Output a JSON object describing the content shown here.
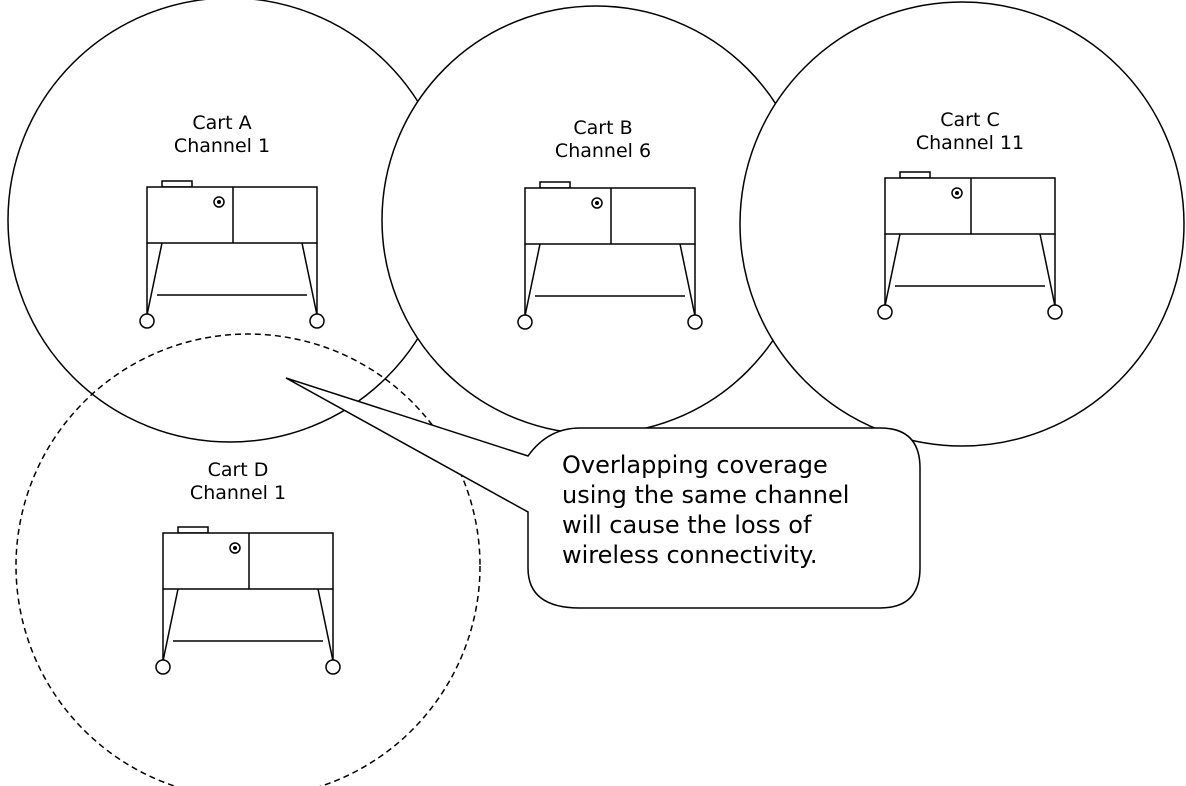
{
  "carts": [
    {
      "name": "Cart A",
      "channel": "Channel 1"
    },
    {
      "name": "Cart B",
      "channel": "Channel 6"
    },
    {
      "name": "Cart C",
      "channel": "Channel 11"
    },
    {
      "name": "Cart D",
      "channel": "Channel 1"
    }
  ],
  "callout": {
    "lines": [
      "Overlapping coverage",
      "using the same channel",
      "will cause the loss of",
      "wireless connectivity."
    ]
  }
}
